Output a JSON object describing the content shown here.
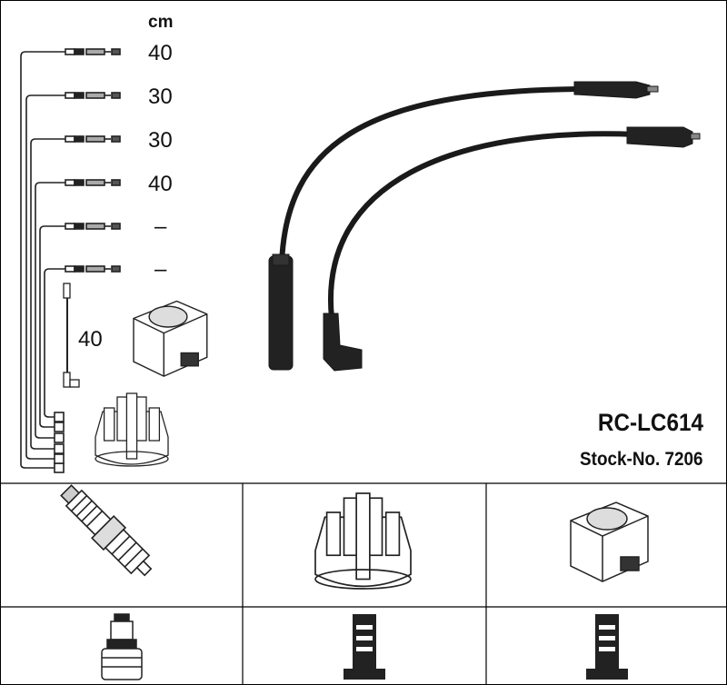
{
  "product": {
    "code": "RC-LC614",
    "stock_label": "Stock-No. 7206"
  },
  "lengths": {
    "unit": "cm",
    "cables": [
      "40",
      "30",
      "30",
      "40",
      "–",
      "–"
    ],
    "coil_cable": "40"
  },
  "icons": {
    "spark_plug": "spark-plug-icon",
    "distributor_cap": "distributor-cap-icon",
    "ignition_coil": "ignition-coil-icon",
    "plug_connector": "plug-boot-icon",
    "cap_connector": "cap-terminal-icon",
    "coil_connector": "coil-terminal-icon"
  }
}
